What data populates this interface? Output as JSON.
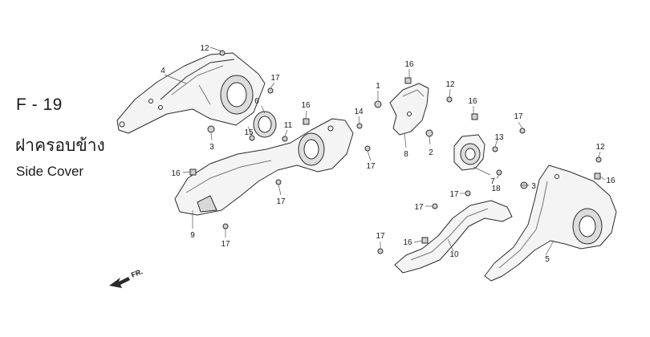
{
  "header": {
    "section_code": "F - 19",
    "title_thai": "ฝาครอบข้าง",
    "title_english": "Side Cover"
  },
  "orientation": {
    "label": "FR."
  },
  "callouts": [
    {
      "id": "c1",
      "text": "1"
    },
    {
      "id": "c2",
      "text": "2"
    },
    {
      "id": "c3a",
      "text": "3"
    },
    {
      "id": "c3b",
      "text": "3"
    },
    {
      "id": "c4",
      "text": "4"
    },
    {
      "id": "c5",
      "text": "5"
    },
    {
      "id": "c6",
      "text": "6"
    },
    {
      "id": "c7",
      "text": "7"
    },
    {
      "id": "c8",
      "text": "8"
    },
    {
      "id": "c9",
      "text": "9"
    },
    {
      "id": "c10",
      "text": "10"
    },
    {
      "id": "c11",
      "text": "11"
    },
    {
      "id": "c12a",
      "text": "12"
    },
    {
      "id": "c12b",
      "text": "12"
    },
    {
      "id": "c12c",
      "text": "12"
    },
    {
      "id": "c13",
      "text": "13"
    },
    {
      "id": "c14",
      "text": "14"
    },
    {
      "id": "c15",
      "text": "15"
    },
    {
      "id": "c16a",
      "text": "16"
    },
    {
      "id": "c16b",
      "text": "16"
    },
    {
      "id": "c16c",
      "text": "16"
    },
    {
      "id": "c16d",
      "text": "16"
    },
    {
      "id": "c16e",
      "text": "16"
    },
    {
      "id": "c16f",
      "text": "16"
    },
    {
      "id": "c17a",
      "text": "17"
    },
    {
      "id": "c17b",
      "text": "17"
    },
    {
      "id": "c17c",
      "text": "17"
    },
    {
      "id": "c17d",
      "text": "17"
    },
    {
      "id": "c17e",
      "text": "17"
    },
    {
      "id": "c17f",
      "text": "17"
    },
    {
      "id": "c17g",
      "text": "17"
    },
    {
      "id": "c17h",
      "text": "17"
    },
    {
      "id": "c18",
      "text": "18"
    }
  ],
  "colors": {
    "line": "#2b2b2b",
    "leader": "#555555",
    "fill": "#f4f4f4",
    "shade": "#cfcfcf"
  }
}
